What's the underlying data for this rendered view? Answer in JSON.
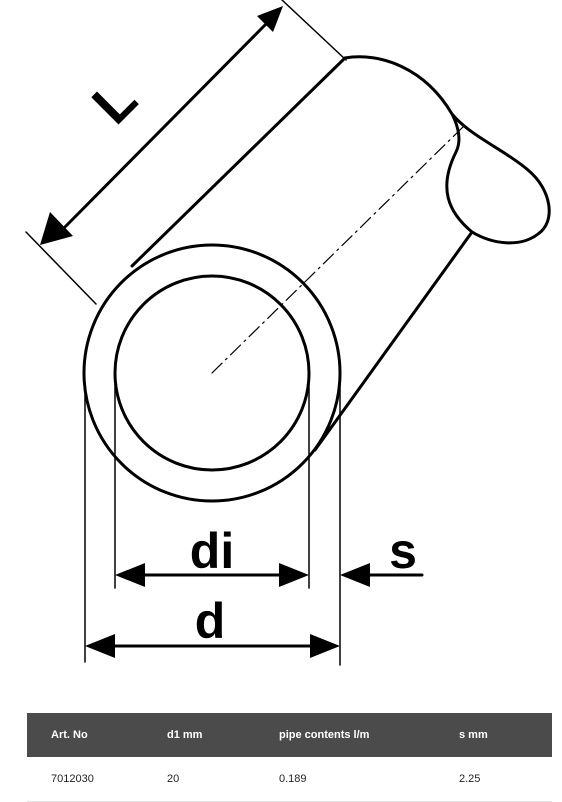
{
  "diagram": {
    "labels": {
      "length": "L",
      "inner_diameter": "di",
      "outer_diameter": "d",
      "wall_thickness": "s"
    }
  },
  "table": {
    "headers": [
      "Art. No",
      "d1 mm",
      "pipe contents l/m",
      "s mm"
    ],
    "rows": [
      [
        "7012030",
        "20",
        "0.189",
        "2.25"
      ]
    ],
    "header_color": "#4b4b4b"
  }
}
